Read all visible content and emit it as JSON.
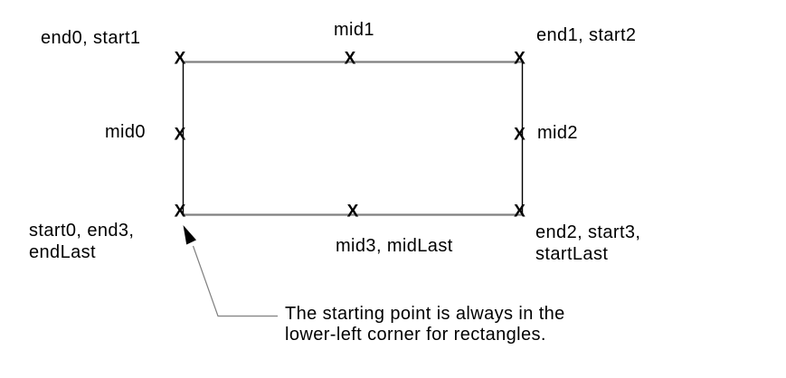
{
  "diagram": {
    "marker_glyph": "X",
    "colors": {
      "background": "#ffffff",
      "text": "#000000",
      "horizontal_edge": "#808080",
      "vertical_edge": "#000000",
      "leader_line": "#808080",
      "arrowhead": "#000000"
    },
    "point_labels": {
      "top_left": "end0, start1",
      "top_middle": "mid1",
      "top_right": "end1, start2",
      "middle_left": "mid0",
      "middle_right": "mid2",
      "bottom_left": [
        "start0, end3,",
        "endLast"
      ],
      "bottom_middle": "mid3, midLast",
      "bottom_right": [
        "end2, start3,",
        "startLast"
      ]
    },
    "callout": {
      "line1": "The starting point is always in the",
      "line2": "lower-left corner for rectangles."
    }
  }
}
